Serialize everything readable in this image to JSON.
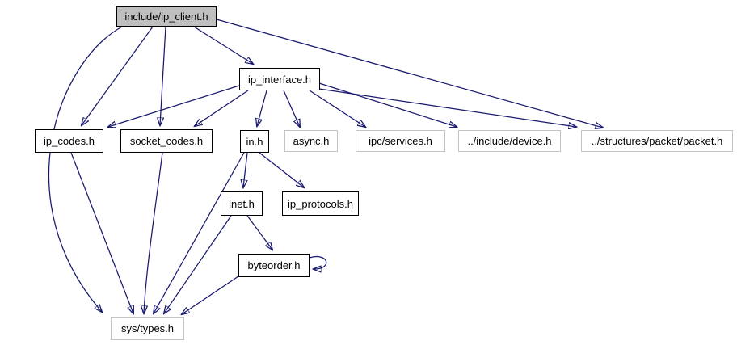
{
  "graph": {
    "nodes": {
      "ip_client": {
        "label": "include/ip_client.h",
        "type": "root"
      },
      "ip_interface": {
        "label": "ip_interface.h",
        "type": "internal"
      },
      "ip_codes": {
        "label": "ip_codes.h",
        "type": "internal"
      },
      "socket_codes": {
        "label": "socket_codes.h",
        "type": "internal"
      },
      "in_h": {
        "label": "in.h",
        "type": "internal"
      },
      "async_h": {
        "label": "async.h",
        "type": "external"
      },
      "ipc_services": {
        "label": "ipc/services.h",
        "type": "external"
      },
      "device_h": {
        "label": "../include/device.h",
        "type": "external"
      },
      "packet_h": {
        "label": "../structures/packet/packet.h",
        "type": "external"
      },
      "inet_h": {
        "label": "inet.h",
        "type": "internal"
      },
      "ip_protocols": {
        "label": "ip_protocols.h",
        "type": "internal"
      },
      "byteorder_h": {
        "label": "byteorder.h",
        "type": "internal"
      },
      "sys_types": {
        "label": "sys/types.h",
        "type": "external"
      }
    },
    "edges": [
      {
        "from": "include/ip_client.h",
        "to": "ip_interface.h"
      },
      {
        "from": "include/ip_client.h",
        "to": "ip_codes.h"
      },
      {
        "from": "include/ip_client.h",
        "to": "socket_codes.h"
      },
      {
        "from": "include/ip_client.h",
        "to": "../structures/packet/packet.h"
      },
      {
        "from": "include/ip_client.h",
        "to": "sys/types.h"
      },
      {
        "from": "ip_interface.h",
        "to": "ip_codes.h"
      },
      {
        "from": "ip_interface.h",
        "to": "socket_codes.h"
      },
      {
        "from": "ip_interface.h",
        "to": "in.h"
      },
      {
        "from": "ip_interface.h",
        "to": "async.h"
      },
      {
        "from": "ip_interface.h",
        "to": "ipc/services.h"
      },
      {
        "from": "ip_interface.h",
        "to": "../include/device.h"
      },
      {
        "from": "ip_interface.h",
        "to": "../structures/packet/packet.h"
      },
      {
        "from": "ip_codes.h",
        "to": "sys/types.h"
      },
      {
        "from": "socket_codes.h",
        "to": "sys/types.h"
      },
      {
        "from": "in.h",
        "to": "inet.h"
      },
      {
        "from": "in.h",
        "to": "ip_protocols.h"
      },
      {
        "from": "in.h",
        "to": "sys/types.h"
      },
      {
        "from": "inet.h",
        "to": "byteorder.h"
      },
      {
        "from": "inet.h",
        "to": "sys/types.h"
      },
      {
        "from": "byteorder.h",
        "to": "sys/types.h"
      },
      {
        "from": "byteorder.h",
        "to": "byteorder.h"
      }
    ],
    "colors": {
      "edge": "#191970",
      "root_fill": "#bfbfbf",
      "node_border": "#000000",
      "external_border": "#c4c4c4",
      "background": "#ffffff"
    }
  }
}
